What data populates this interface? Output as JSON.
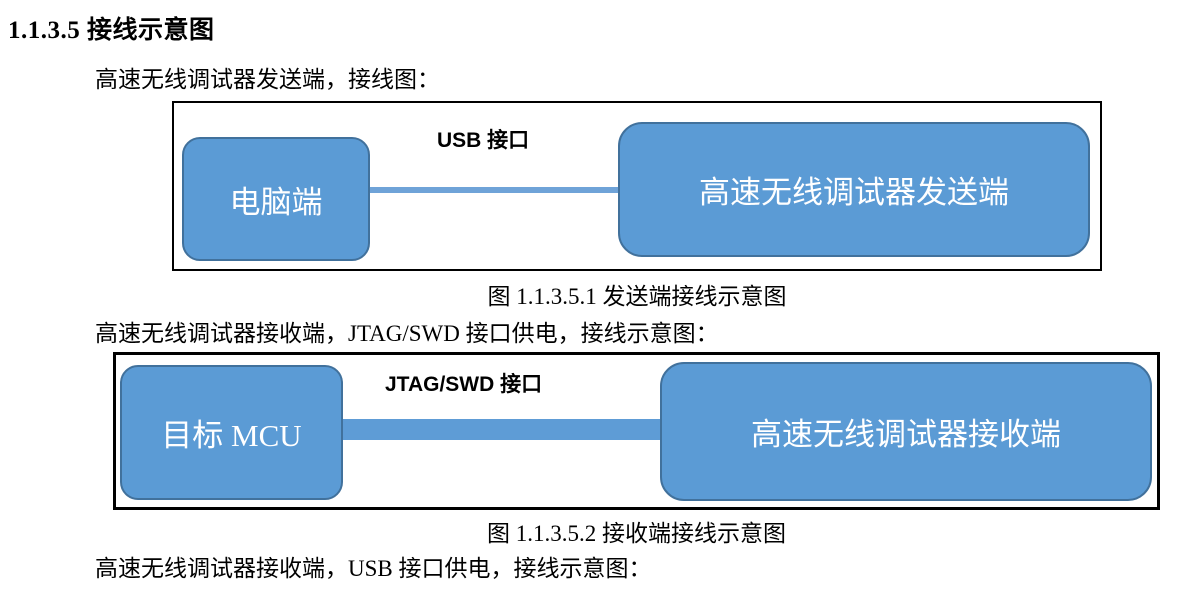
{
  "heading": "1.1.3.5 接线示意图",
  "paragraphs": {
    "intro1": "高速无线调试器发送端，接线图：",
    "intro2": "高速无线调试器接收端，JTAG/SWD 接口供电，接线示意图：",
    "intro3": "高速无线调试器接收端，USB 接口供电，接线示意图："
  },
  "diagram1": {
    "left_node": "电脑端",
    "connector_label": "USB 接口",
    "right_node": "高速无线调试器发送端",
    "caption": "图 1.1.3.5.1  发送端接线示意图"
  },
  "diagram2": {
    "left_node": "目标 MCU",
    "connector_label": "JTAG/SWD 接口",
    "right_node": "高速无线调试器接收端",
    "caption": "图 1.1.3.5.2  接收端接线示意图"
  },
  "colors": {
    "node_fill": "#5b9bd5",
    "node_border": "#41719c",
    "connector_thin": "#6fa3d8",
    "connector_thick": "#5e9cd6",
    "frame_border": "#000000",
    "text": "#000000",
    "node_text": "#ffffff",
    "background": "#ffffff"
  }
}
